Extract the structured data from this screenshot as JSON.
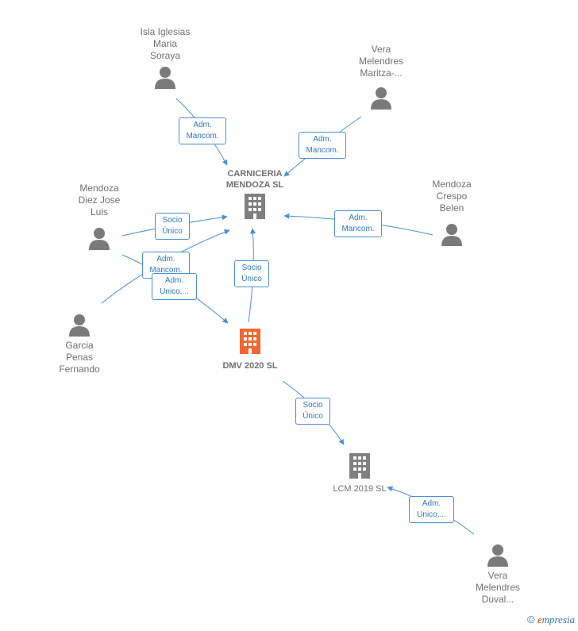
{
  "colors": {
    "edge": "#4a90d9",
    "person": "#7a7a7a",
    "company": "#808080",
    "focus_company": "#f26633"
  },
  "companies": {
    "carniceria": {
      "name": "CARNICERIA\nMENDOZA  SL",
      "icon": "building-icon"
    },
    "dmv": {
      "name": "DMV 2020  SL",
      "icon": "building-icon"
    },
    "lcm": {
      "name": "LCM 2019   SL",
      "icon": "building-icon"
    }
  },
  "people": {
    "isla": {
      "name": "Isla Iglesias\nMaria\nSoraya",
      "icon": "person-icon"
    },
    "vera_maritza": {
      "name": "Vera\nMelendres\nMaritza-...",
      "icon": "person-icon"
    },
    "mendoza_diez": {
      "name": "Mendoza\nDiez Jose\nLuis",
      "icon": "person-icon"
    },
    "mendoza_crespo": {
      "name": "Mendoza\nCrespo\nBelen",
      "icon": "person-icon"
    },
    "garcia": {
      "name": "Garcia\nPenas\nFernando",
      "icon": "person-icon"
    },
    "vera_duval": {
      "name": "Vera\nMelendres\nDuval...",
      "icon": "person-icon"
    }
  },
  "edges": {
    "isla_carniceria": "Adm.\nMancom.",
    "vera_maritza_carniceria": "Adm.\nMancom.",
    "mendoza_diez_carniceria": "Socio\nÚnico",
    "mendoza_crespo_carniceria": "Adm.\nMancom.",
    "garcia_carniceria": "Adm.\nMancom.",
    "mendoza_diez_dmv": "Adm.\nUnico,...",
    "dmv_carniceria": "Socio\nÚnico",
    "dmv_lcm": "Socio\nÚnico",
    "vera_duval_lcm": "Adm.\nUnico,..."
  },
  "brand": {
    "copyright": "©",
    "initial": "e",
    "rest": "mpresia"
  }
}
